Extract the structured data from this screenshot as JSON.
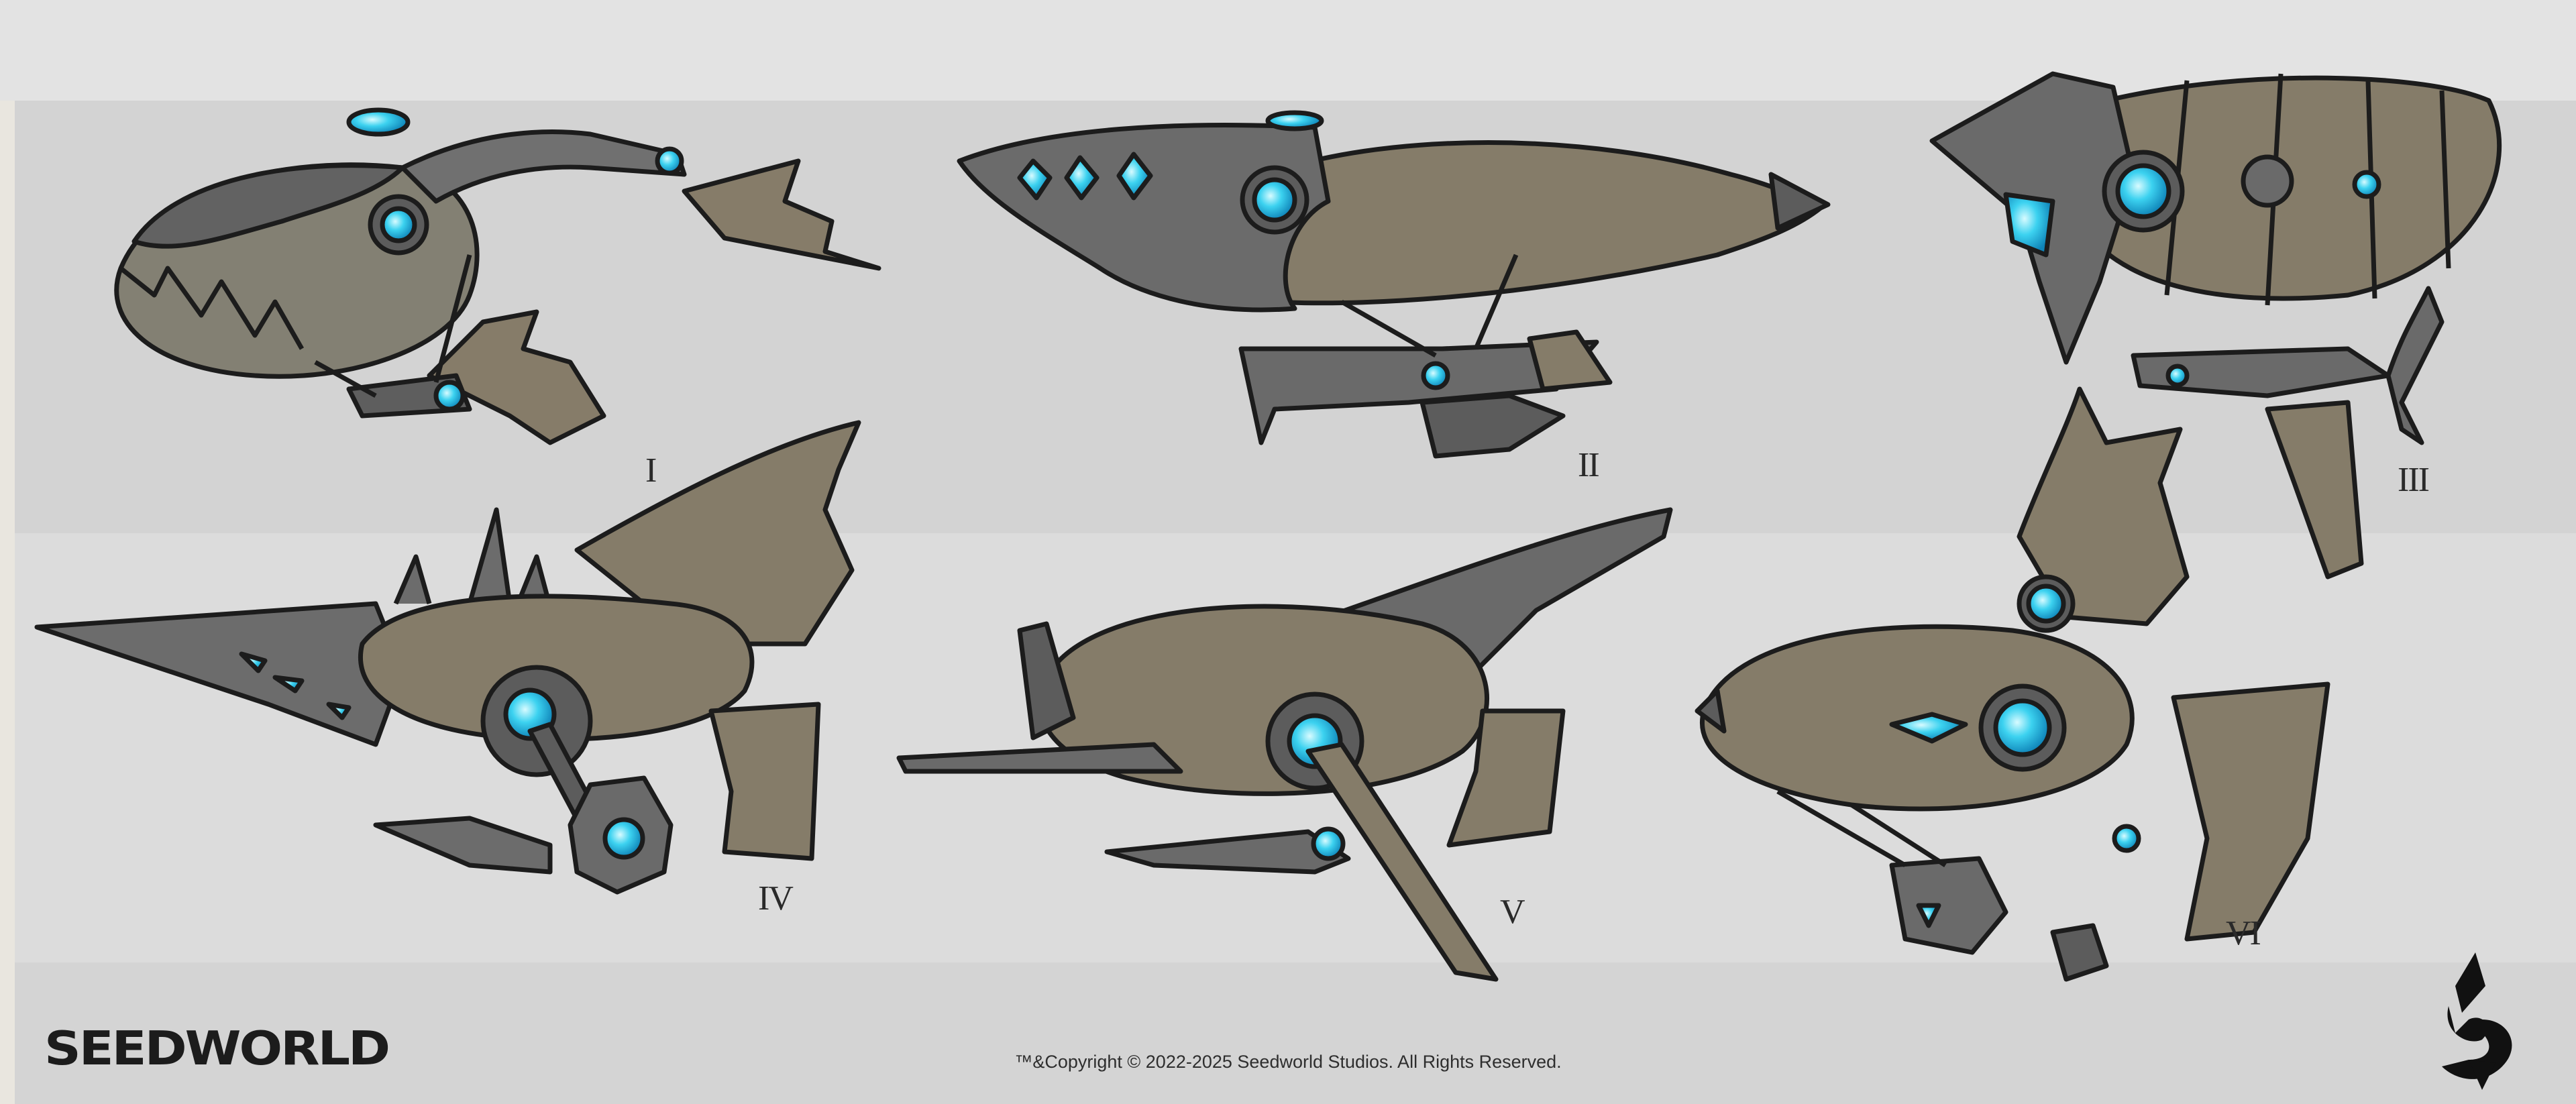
{
  "brand": {
    "name": "SEEDWORLD"
  },
  "footer": {
    "copyright": "™&Copyright © 2022-2025 Seedworld Studios. All Rights Reserved."
  },
  "sketches": [
    {
      "label": "I"
    },
    {
      "label": "II"
    },
    {
      "label": "III"
    },
    {
      "label": "IV"
    },
    {
      "label": "V"
    },
    {
      "label": "VI"
    }
  ],
  "colors": {
    "background": "#e2e2e2",
    "panel": "#d3d3d3",
    "hull": "#837a69",
    "metal": "#6a6a6a",
    "glow": "#29c6e9",
    "ink": "#1c1c1c"
  },
  "icons": {
    "logo": "seedworld-logo-icon"
  }
}
